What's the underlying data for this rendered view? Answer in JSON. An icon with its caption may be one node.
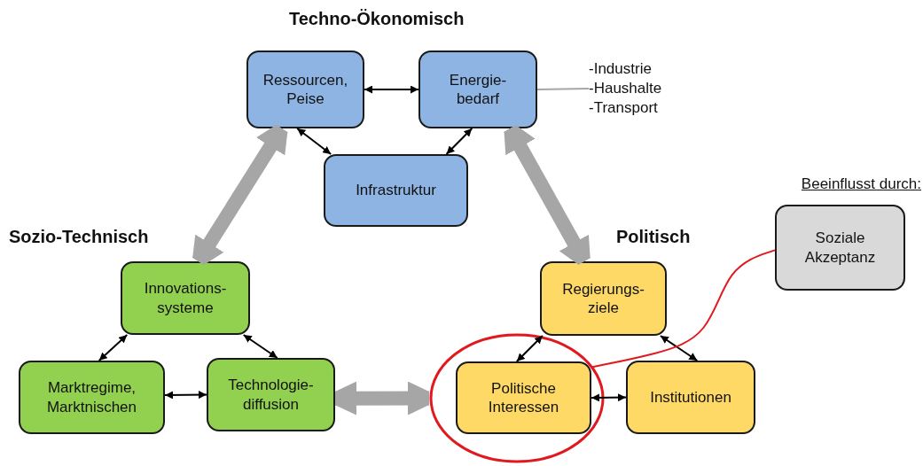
{
  "diagram": {
    "nodes": [
      {
        "text": [
          "Ressourcen, Peise"
        ]
      },
      {
        "text": [
          "Energie- bedarf"
        ]
      },
      {
        "text": [
          "-Industrie",
          "-Haushalte",
          "-Transport"
        ]
      },
      {
        "text": [
          "Infrastruktur"
        ]
      },
      {
        "text": [
          "Innovations- systeme"
        ]
      },
      {
        "text": [
          "Marktregime, Marktnischen"
        ]
      },
      {
        "text": [
          "Technologie- diffusion"
        ]
      },
      {
        "text": [
          "Regierungs- ziele"
        ]
      },
      {
        "text": [],
        "shape": "circle"
      },
      {
        "text": [
          "Politische Interessen"
        ],
        "in": 8
      },
      {
        "text": [
          "Institutionen"
        ]
      },
      {
        "text": [
          "Soziale Akzeptanz"
        ],
        "beside": [
          "Beeinflusst durch:"
        ]
      }
    ],
    "edges": [
      {
        "from": 0,
        "to": 1,
        "arrow": "both"
      },
      {
        "from": 1,
        "to": 2,
        "arrow": "none",
        "color": "#a6a6a6"
      },
      {
        "from": 0,
        "to": 3,
        "arrow": "both"
      },
      {
        "from": 1,
        "to": 3,
        "arrow": "both"
      },
      {
        "from": 0,
        "to": 4,
        "arrow": "both",
        "style": "thick",
        "color": "#a6a6a6"
      },
      {
        "from": 1,
        "to": 7,
        "arrow": "both",
        "style": "thick",
        "color": "#a6a6a6"
      },
      {
        "from": 4,
        "to": 5,
        "arrow": "both"
      },
      {
        "from": 4,
        "to": 6,
        "arrow": "both"
      },
      {
        "from": 5,
        "to": 6,
        "arrow": "both"
      },
      {
        "from": 6,
        "to": 8,
        "arrow": "both",
        "style": "thick",
        "color": "#a6a6a6"
      },
      {
        "from": 7,
        "to": 9,
        "arrow": "both"
      },
      {
        "from": 7,
        "to": 10,
        "arrow": "both"
      },
      {
        "from": 9,
        "to": 10,
        "arrow": "both"
      },
      {
        "from": 11,
        "to": 8,
        "arrow": "none",
        "color": "#e0191f"
      }
    ],
    "labels": [
      "Techno-Ökonomisch",
      "Sozio-Technisch",
      "Politisch"
    ]
  }
}
